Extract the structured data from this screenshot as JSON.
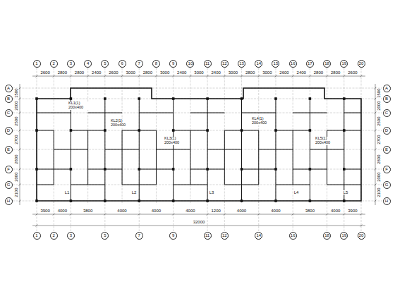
{
  "diagram": {
    "nodes": [
      {
        "text": [
          "1"
        ]
      },
      {
        "text": [
          "2"
        ]
      },
      {
        "text": [
          "3"
        ]
      },
      {
        "text": [
          "4"
        ]
      },
      {
        "text": [
          "5"
        ]
      },
      {
        "text": [
          "6"
        ]
      },
      {
        "text": [
          "7"
        ]
      },
      {
        "text": [
          "8"
        ]
      },
      {
        "text": [
          "9"
        ]
      },
      {
        "text": [
          "10"
        ]
      },
      {
        "text": [
          "11"
        ]
      },
      {
        "text": [
          "12"
        ]
      },
      {
        "text": [
          "13"
        ]
      },
      {
        "text": [
          "14"
        ]
      },
      {
        "text": [
          "15"
        ]
      },
      {
        "text": [
          "16"
        ]
      },
      {
        "text": [
          "17"
        ]
      },
      {
        "text": [
          "18"
        ]
      },
      {
        "text": [
          "19"
        ]
      },
      {
        "text": [
          "20"
        ]
      },
      {
        "text": [
          "1"
        ]
      },
      {
        "text": [
          "2"
        ]
      },
      {
        "text": [
          "3"
        ]
      },
      {
        "text": [
          "5"
        ]
      },
      {
        "text": [
          "7"
        ]
      },
      {
        "text": [
          "9"
        ]
      },
      {
        "text": [
          "11"
        ]
      },
      {
        "text": [
          "12"
        ]
      },
      {
        "text": [
          "14"
        ]
      },
      {
        "text": [
          "16"
        ]
      },
      {
        "text": [
          "18"
        ]
      },
      {
        "text": [
          "19"
        ]
      },
      {
        "text": [
          "20"
        ]
      },
      {
        "text": [
          "A"
        ]
      },
      {
        "text": [
          "B"
        ]
      },
      {
        "text": [
          "C"
        ]
      },
      {
        "text": [
          "D"
        ]
      },
      {
        "text": [
          "E"
        ]
      },
      {
        "text": [
          "F"
        ]
      },
      {
        "text": [
          "G"
        ]
      },
      {
        "text": [
          "H"
        ]
      },
      {
        "text": [
          "A"
        ]
      },
      {
        "text": [
          "B"
        ]
      },
      {
        "text": [
          "C"
        ]
      },
      {
        "text": [
          "D"
        ]
      },
      {
        "text": [
          "E"
        ]
      },
      {
        "text": [
          "F"
        ]
      },
      {
        "text": [
          "G"
        ]
      },
      {
        "text": [
          "H"
        ]
      }
    ],
    "labels": [
      "2600",
      "2800",
      "2800",
      "2400",
      "2600",
      "3000",
      "2800",
      "3000",
      "2400",
      "3000",
      "2400",
      "3000",
      "2800",
      "3000",
      "2600",
      "2400",
      "2800",
      "2800",
      "2600",
      "3900",
      "4000",
      "3800",
      "4000",
      "4000",
      "4000",
      "1200",
      "4000",
      "4000",
      "3800",
      "4000",
      "3900",
      "32000",
      "1500",
      "2000",
      "2500",
      "2700",
      "2800",
      "2000",
      "2100",
      "1500",
      "2000",
      "2500",
      "2700",
      "2800",
      "2000",
      "2100",
      "KL1(1) 200x400",
      "KL2(1) 200x400",
      "KL3(1) 200x400",
      "KL4(1) 200x400",
      "KL5(1) 200x400",
      "L1",
      "L2",
      "L3",
      "L4",
      "L5"
    ]
  }
}
